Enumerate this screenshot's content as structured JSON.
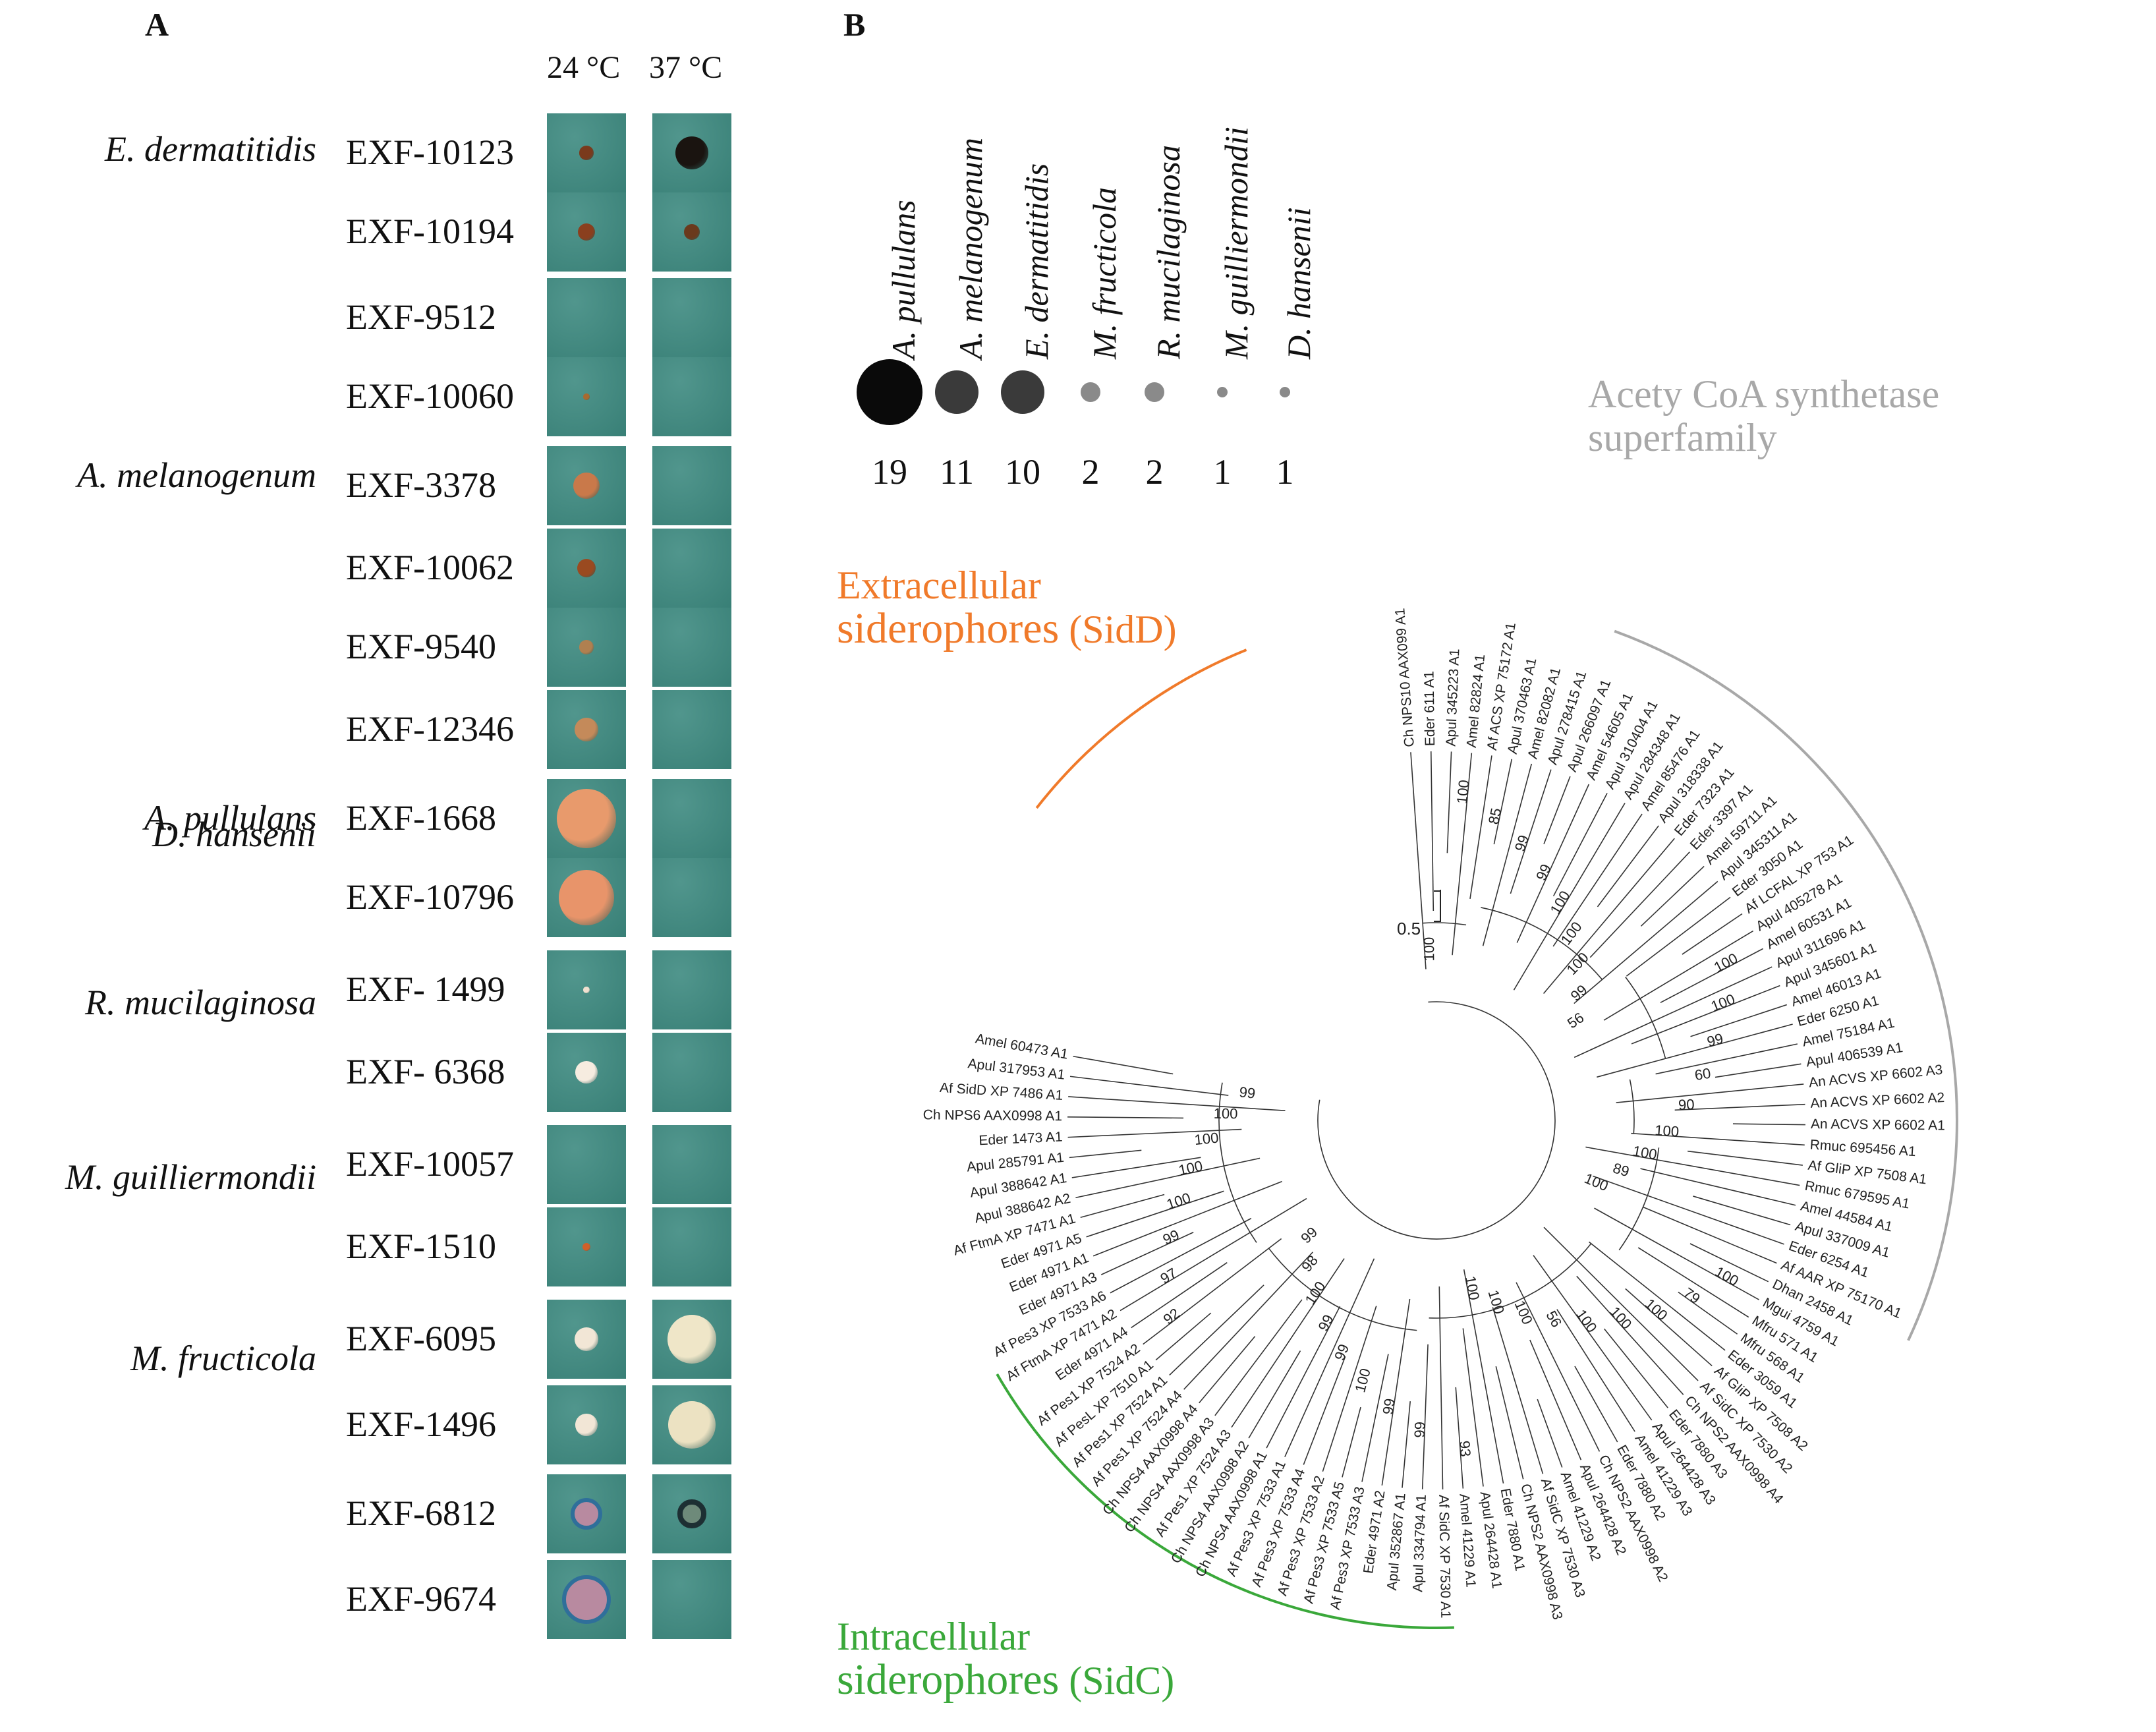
{
  "panel_a": {
    "letter": "A",
    "temp_24": "24 °C",
    "temp_37": "37 °C",
    "groups": [
      {
        "species": "E. dermatitidis",
        "rows": [
          {
            "strain": "EXF-10123",
            "c24": {
              "size": 0.18,
              "color": "#7a3a1c"
            },
            "c37": {
              "size": 0.42,
              "color": "#1a1410"
            }
          },
          {
            "strain": "EXF-10194",
            "c24": {
              "size": 0.22,
              "color": "#8a3f1e"
            },
            "c37": {
              "size": 0.2,
              "color": "#6a3a1c"
            }
          }
        ]
      },
      {
        "species": "",
        "rows": [
          {
            "strain": "EXF-9512",
            "c24": {
              "size": 0,
              "color": ""
            },
            "c37": {
              "size": 0,
              "color": ""
            }
          },
          {
            "strain": "EXF-10060",
            "c24": {
              "size": 0.08,
              "color": "#a86a30"
            },
            "c37": {
              "size": 0,
              "color": ""
            }
          }
        ]
      },
      {
        "species": "A. melanogenum",
        "rows": [
          {
            "strain": "EXF-3378",
            "c24": {
              "size": 0.34,
              "color": "#c9794a"
            },
            "c37": {
              "size": 0,
              "color": ""
            }
          },
          {
            "strain": "EXF-10062",
            "c24": {
              "size": 0.24,
              "color": "#9a4a20"
            },
            "c37": {
              "size": 0,
              "color": ""
            }
          },
          {
            "strain": "EXF-9540",
            "c24": {
              "size": 0.18,
              "color": "#b08050"
            },
            "c37": {
              "size": 0,
              "color": ""
            }
          },
          {
            "strain": "EXF-12346",
            "c24": {
              "size": 0.3,
              "color": "#c48a5a"
            },
            "c37": {
              "size": 0,
              "color": ""
            }
          }
        ]
      },
      {
        "species": "A. pullulans",
        "rows": [
          {
            "strain": "EXF-1668",
            "c24": {
              "size": 0.75,
              "color": "#e89a6c"
            },
            "c37": {
              "size": 0,
              "color": ""
            }
          },
          {
            "strain": "EXF-10796",
            "c24": {
              "size": 0.7,
              "color": "#e8946a"
            },
            "c37": {
              "size": 0,
              "color": ""
            }
          }
        ]
      },
      {
        "species": "D. hansenii",
        "rows": [
          {
            "strain": "EXF- 1499",
            "c24": {
              "size": 0.08,
              "color": "#f0e0d0"
            },
            "c37": {
              "size": 0,
              "color": ""
            }
          },
          {
            "strain": "EXF- 6368",
            "c24": {
              "size": 0.28,
              "color": "#f6ece0"
            },
            "c37": {
              "size": 0,
              "color": ""
            }
          }
        ]
      },
      {
        "species": "R. mucilaginosa",
        "rows": [
          {
            "strain": "EXF-10057",
            "c24": {
              "size": 0,
              "color": ""
            },
            "c37": {
              "size": 0,
              "color": ""
            }
          },
          {
            "strain": "EXF-1510",
            "c24": {
              "size": 0.1,
              "color": "#d0602a"
            },
            "c37": {
              "size": 0,
              "color": ""
            }
          }
        ]
      },
      {
        "species": "M. guilliermondii",
        "rows": [
          {
            "strain": "EXF-6095",
            "c24": {
              "size": 0.3,
              "color": "#f2e6d6"
            },
            "c37": {
              "size": 0.62,
              "color": "#efe6c8"
            }
          },
          {
            "strain": "EXF-1496",
            "c24": {
              "size": 0.28,
              "color": "#f2e6d6"
            },
            "c37": {
              "size": 0.6,
              "color": "#ece2c2"
            }
          }
        ]
      },
      {
        "species": "M. fructicola",
        "rows": [
          {
            "strain": "EXF-6812",
            "c24": {
              "size": 0.4,
              "color": "ring"
            },
            "c37": {
              "size": 0.36,
              "color": "ring-dark"
            }
          },
          {
            "strain": "EXF-9674",
            "c24": {
              "size": 0.62,
              "color": "ring"
            },
            "c37": {
              "size": 0,
              "color": ""
            }
          }
        ]
      }
    ]
  },
  "panel_b": {
    "letter": "B",
    "legend": [
      {
        "name": "A. pullulans",
        "count": "19"
      },
      {
        "name": "A. melanogenum",
        "count": "11"
      },
      {
        "name": "E. dermatitidis",
        "count": "10"
      },
      {
        "name": "M. fructicola",
        "count": "2"
      },
      {
        "name": "R. mucilaginosa",
        "count": "2"
      },
      {
        "name": "M. guilliermondii",
        "count": "1"
      },
      {
        "name": "D. hansenii",
        "count": "1"
      }
    ],
    "groups": {
      "acs": {
        "line1": "Acety CoA synthetase",
        "line2": "superfamily",
        "color": "#a8a8a8"
      },
      "sidd": {
        "line1": "Extracellular",
        "line2a": "siderophores",
        "line2b": " (SidD)",
        "color": "#f07a2a"
      },
      "sidc": {
        "line1": "Intracellular",
        "line2a": "siderophores",
        "line2b": " (SidC)",
        "color": "#3aa83a"
      }
    },
    "scale_bar": "0.5",
    "leaves": [
      "Ch NPS10 AAX099 A1",
      "Eder 611 A1",
      "Apul 345223 A1",
      "Amel 82824 A1",
      "Af ACS XP 75172 A1",
      "Apul 370463 A1",
      "Amel 82082 A1",
      "Apul 278415 A1",
      "Apul 266097 A1",
      "Amel 54605 A1",
      "Apul 310404 A1",
      "Apul 284348 A1",
      "Amel 85476 A1",
      "Apul 318338 A1",
      "Eder 7323 A1",
      "Eder 3397 A1",
      "Amel 59711 A1",
      "Apul 345311 A1",
      "Eder 3050 A1",
      "Af LCFAL XP 753 A1",
      "Apul 405278 A1",
      "Amel 60531 A1",
      "Apul 311696 A1",
      "Apul 345601 A1",
      "Amel 46013 A1",
      "Eder 6250 A1",
      "Amel 75184 A1",
      "Apul 406539 A1",
      "An ACVS XP 6602 A3",
      "An ACVS XP 6602 A2",
      "An ACVS XP 6602 A1",
      "Rmuc 695456 A1",
      "Af GliP XP 7508 A1",
      "Rmuc 679595 A1",
      "Amel 44584 A1",
      "Apul 337009 A1",
      "Eder 6254 A1",
      "Af AAR XP 75170 A1",
      "Dhan 2458 A1",
      "Mgui 4759 A1",
      "Mfru 571 A1",
      "Mfru 568 A1",
      "Eder 3059 A1",
      "Af GliP XP 7508 A2",
      "Af SidC XP 7530 A2",
      "Ch NPS2 AAX0998 A4",
      "Eder 7880 A3",
      "Apul 264428 A3",
      "Amel 41229 A3",
      "Eder 7880 A2",
      "Ch NPS2 AAX0998 A2",
      "Apul 264428 A2",
      "Amel 41229 A2",
      "Af SidC XP 7530 A3",
      "Ch NPS2 AAX0998 A3",
      "Eder 7880 A1",
      "Apul 264428 A1",
      "Amel 41229 A1",
      "Af SidC XP 7530 A1",
      "Apul 334794 A1",
      "Apul 352867 A1",
      "Eder 4971 A2",
      "Af Pes3 XP 7533 A3",
      "Af Pes3 XP 7533 A5",
      "Af Pes3 XP 7533 A2",
      "Af Pes3 XP 7533 A4",
      "Af Pes3 XP 7533 A1",
      "Ch NPS4 AAX0998 A1",
      "Ch NPS4 AAX0998 A2",
      "Af Pes1 XP 7524 A3",
      "Ch NPS4 AAX0998 A3",
      "Ch NPS4 AAX0998 A4",
      "Af Pes1 XP 7524 A4",
      "Af Pes1 XP 7524 A1",
      "Af PesL XP 7510 A1",
      "Af Pes1 XP 7524 A2",
      "Eder 4971 A4",
      "Af FtmA XP 7471 A2",
      "Af Pes3 XP 7533 A6",
      "Eder 4971 A3",
      "Eder 4971 A1",
      "Eder 4971 A5",
      "Af FtmA XP 7471 A1",
      "Apul 388642 A2",
      "Apul 388642 A1",
      "Apul 285791 A1",
      "Eder 1473 A1",
      "Ch NPS6 AAX0998 A1",
      "Af SidD XP 7486 A1",
      "Apul 317953 A1",
      "Amel 60473 A1"
    ],
    "bootstraps": [
      {
        "label": "100"
      },
      {
        "label": "100"
      },
      {
        "label": "85"
      },
      {
        "label": "99"
      },
      {
        "label": "99"
      },
      {
        "label": "100"
      },
      {
        "label": "100"
      },
      {
        "label": "100"
      },
      {
        "label": "99"
      },
      {
        "label": "56"
      },
      {
        "label": "100"
      },
      {
        "label": "100"
      },
      {
        "label": "99"
      },
      {
        "label": "60"
      },
      {
        "label": "90"
      },
      {
        "label": "100"
      },
      {
        "label": "100"
      },
      {
        "label": "89"
      },
      {
        "label": "100"
      },
      {
        "label": "100"
      },
      {
        "label": "79"
      },
      {
        "label": "100"
      },
      {
        "label": "100"
      },
      {
        "label": "100"
      },
      {
        "label": "56"
      },
      {
        "label": "100"
      },
      {
        "label": "100"
      },
      {
        "label": "100"
      },
      {
        "label": "93"
      },
      {
        "label": "99"
      },
      {
        "label": "99"
      },
      {
        "label": "100"
      },
      {
        "label": "99"
      },
      {
        "label": "99"
      },
      {
        "label": "100"
      },
      {
        "label": "98"
      },
      {
        "label": "99"
      },
      {
        "label": "92"
      },
      {
        "label": "97"
      },
      {
        "label": "99"
      },
      {
        "label": "100"
      },
      {
        "label": "100"
      },
      {
        "label": "100"
      },
      {
        "label": "100"
      },
      {
        "label": "99"
      }
    ]
  }
}
